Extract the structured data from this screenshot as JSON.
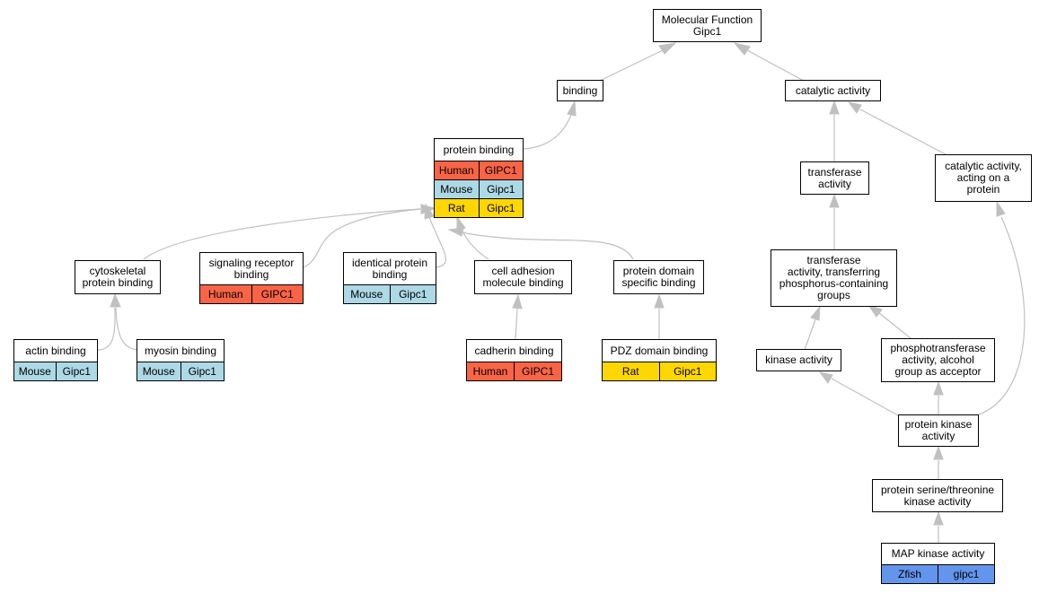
{
  "colors": {
    "Human": "#fa6446",
    "Mouse": "#add8e6",
    "Rat": "#ffd700",
    "Zfish": "#6495ed",
    "edge": "#c0c0c0"
  },
  "nodes": {
    "mf": {
      "label": [
        "Molecular Function",
        "Gipc1"
      ],
      "annotations": []
    },
    "binding": {
      "label": [
        "binding"
      ],
      "annotations": []
    },
    "catalytic": {
      "label": [
        "catalytic activity"
      ],
      "annotations": []
    },
    "protein_binding": {
      "label": [
        "protein binding"
      ],
      "annotations": [
        {
          "species": "Human",
          "gene": "GIPC1"
        },
        {
          "species": "Mouse",
          "gene": "Gipc1"
        },
        {
          "species": "Rat",
          "gene": "Gipc1"
        }
      ]
    },
    "transferase": {
      "label": [
        "transferase",
        "activity"
      ],
      "annotations": []
    },
    "cat_protein": {
      "label": [
        "catalytic activity,",
        "acting on a",
        "protein"
      ],
      "annotations": []
    },
    "cytoskeletal": {
      "label": [
        "cytoskeletal",
        "protein binding"
      ],
      "annotations": []
    },
    "signaling": {
      "label": [
        "signaling receptor",
        "binding"
      ],
      "annotations": [
        {
          "species": "Human",
          "gene": "GIPC1"
        }
      ]
    },
    "identical": {
      "label": [
        "identical protein",
        "binding"
      ],
      "annotations": [
        {
          "species": "Mouse",
          "gene": "Gipc1"
        }
      ]
    },
    "cell_adhesion": {
      "label": [
        "cell adhesion",
        "molecule binding"
      ],
      "annotations": []
    },
    "pdomain": {
      "label": [
        "protein domain",
        "specific binding"
      ],
      "annotations": []
    },
    "transf_phos": {
      "label": [
        "transferase",
        "activity, transferring",
        "phosphorus-containing",
        "groups"
      ],
      "annotations": []
    },
    "actin": {
      "label": [
        "actin binding"
      ],
      "annotations": [
        {
          "species": "Mouse",
          "gene": "Gipc1"
        }
      ]
    },
    "myosin": {
      "label": [
        "myosin binding"
      ],
      "annotations": [
        {
          "species": "Mouse",
          "gene": "Gipc1"
        }
      ]
    },
    "cadherin": {
      "label": [
        "cadherin binding"
      ],
      "annotations": [
        {
          "species": "Human",
          "gene": "GIPC1"
        }
      ]
    },
    "pdz": {
      "label": [
        "PDZ domain binding"
      ],
      "annotations": [
        {
          "species": "Rat",
          "gene": "Gipc1"
        }
      ]
    },
    "kinase": {
      "label": [
        "kinase activity"
      ],
      "annotations": []
    },
    "phosphotransferase": {
      "label": [
        "phosphotransferase",
        "activity, alcohol",
        "group as acceptor"
      ],
      "annotations": []
    },
    "pk": {
      "label": [
        "protein kinase",
        "activity"
      ],
      "annotations": []
    },
    "pst": {
      "label": [
        "protein serine/threonine",
        "kinase activity"
      ],
      "annotations": []
    },
    "mapk": {
      "label": [
        "MAP kinase activity"
      ],
      "annotations": [
        {
          "species": "Zfish",
          "gene": "gipc1"
        }
      ]
    }
  }
}
